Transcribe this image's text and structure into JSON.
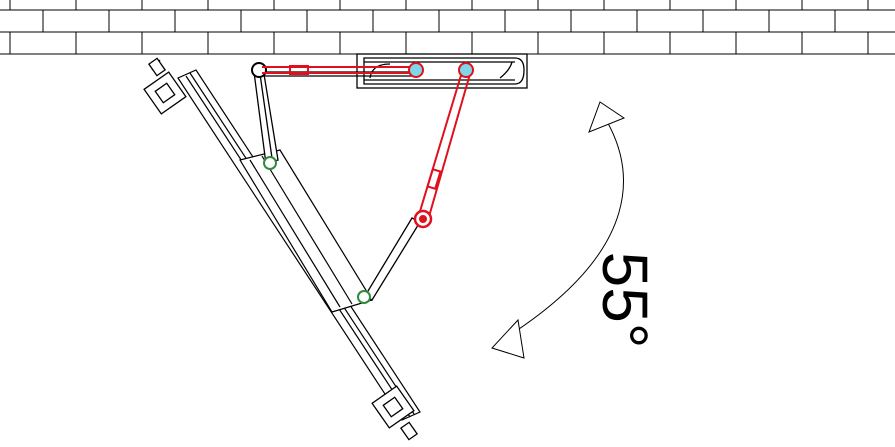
{
  "drawing": {
    "angle_label": "55°",
    "colors": {
      "line": "#000000",
      "arm_highlight": "#e0101e",
      "pivot_fill": "#7fd6e8",
      "pivot_green": "#2e8b3d",
      "background": "#ffffff"
    },
    "components": [
      "wall",
      "wall-bracket",
      "door-panel",
      "upper-arm",
      "lower-arm",
      "swing-arc"
    ]
  }
}
